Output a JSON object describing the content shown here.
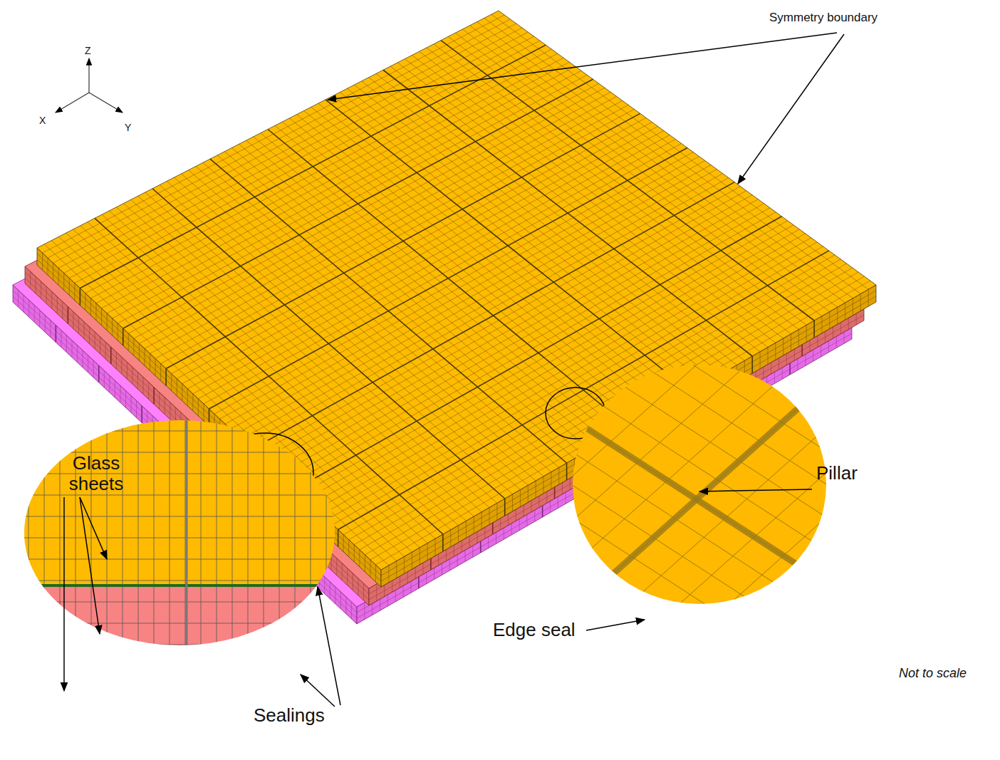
{
  "diagram": {
    "labels": [
      "Symmetry boundary",
      "Z",
      "X",
      "Y",
      "Glass sheets",
      "Sealings",
      "Pillar",
      "Edge seal",
      "Not to scale"
    ]
  }
}
